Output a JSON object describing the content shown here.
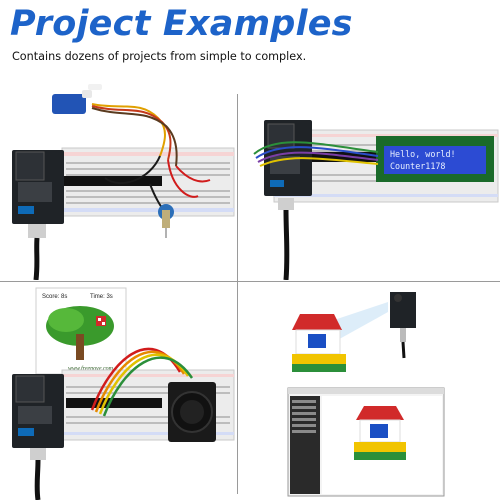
{
  "header": {
    "title": "Project Examples",
    "subtitle": "Contains dozens of projects from simple to complex."
  },
  "panels": {
    "servo": {
      "description": "ESP32 board on breadboard wired to a servo motor and potentiometer"
    },
    "lcd": {
      "line1": "Hello, world!",
      "line2": "Counter1178"
    },
    "game": {
      "score_label": "Score: 8s",
      "time_label": "Time: 3s",
      "site_label": "www.freenove.com"
    },
    "camera": {
      "description": "Camera module photographing a toy house, shown in a web app"
    }
  },
  "colors": {
    "title": "#1d63c9",
    "board": "#1f2327",
    "breadboard": "#ededed",
    "lcd_bg": "#2c4bd3"
  }
}
